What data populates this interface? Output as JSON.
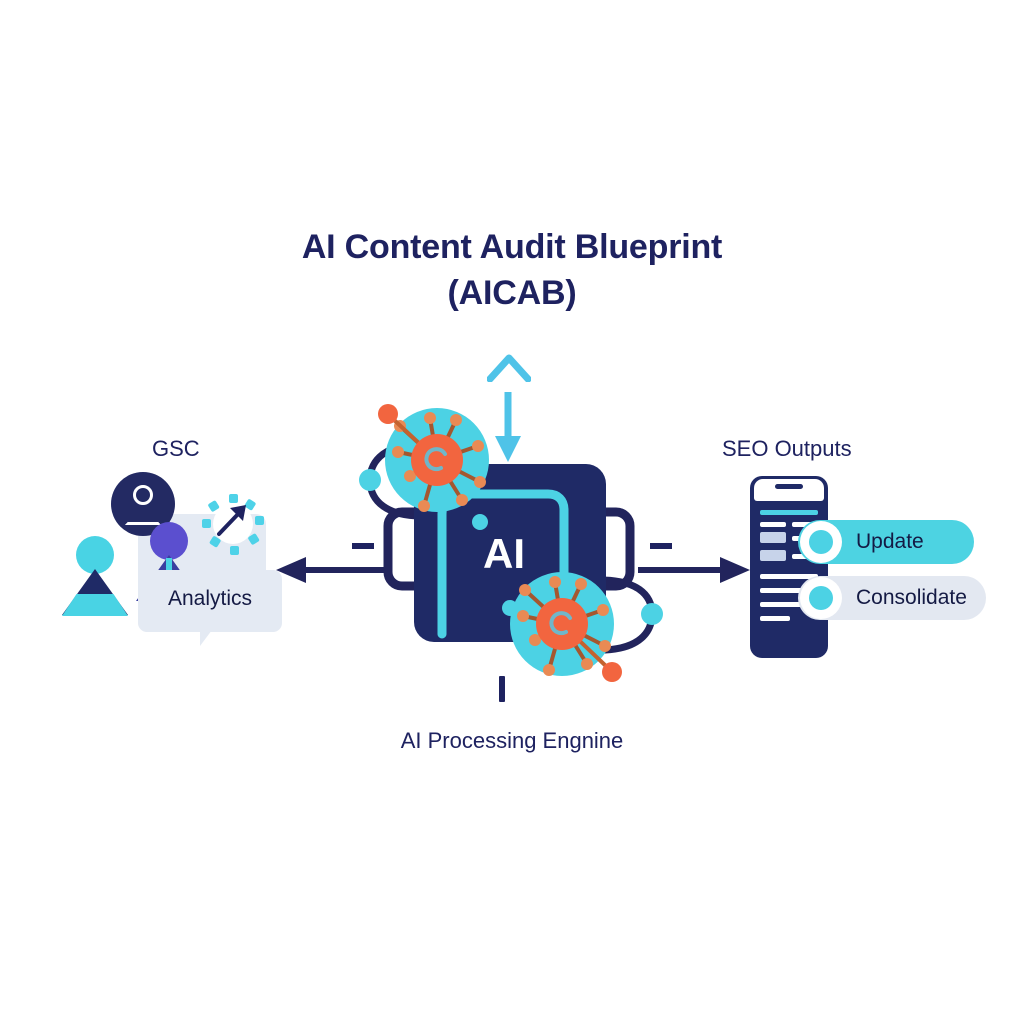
{
  "diagram": {
    "title_line1": "AI Content Audit Blueprint",
    "title_line2": "(AICAB)",
    "background_color": "#ffffff"
  },
  "colors": {
    "navy": "#1e2260",
    "chip_navy": "#1f2a66",
    "cyan": "#4dd3e2",
    "light_cyan": "#4fc3e8",
    "panel_gray": "#e4eaf3",
    "purple": "#5b4fcf",
    "coral": "#f2653f",
    "orange": "#ef7a45"
  },
  "left_section": {
    "caption": "GSC",
    "bubble_label": "Analytics",
    "icons": [
      {
        "name": "user-avatar-dark-icon"
      },
      {
        "name": "person-cyan-icon"
      },
      {
        "name": "person-purple-icon"
      },
      {
        "name": "gear-growth-arrow-icon"
      },
      {
        "name": "analytics-speech-bubble-icon"
      }
    ]
  },
  "center_section": {
    "chip_label": "AI",
    "caption": "AI Processing Engnine",
    "icons": [
      {
        "name": "ai-chip-icon"
      },
      {
        "name": "neuron-node-top-icon"
      },
      {
        "name": "neuron-node-bottom-icon"
      },
      {
        "name": "circuit-loop-left-icon"
      },
      {
        "name": "circuit-loop-right-icon"
      },
      {
        "name": "chevron-up-icon"
      },
      {
        "name": "arrow-down-icon"
      },
      {
        "name": "tick-mark-icon"
      }
    ]
  },
  "right_section": {
    "caption": "SEO Outputs",
    "device": "smartphone-mockup",
    "actions": [
      {
        "label": "Update",
        "color": "#4dd3e2"
      },
      {
        "label": "Consolidate",
        "color": "#e3e8f1"
      }
    ]
  },
  "flow_arrows": [
    {
      "name": "arrow-to-gsc",
      "direction": "left"
    },
    {
      "name": "arrow-to-seo-outputs",
      "direction": "right"
    }
  ]
}
